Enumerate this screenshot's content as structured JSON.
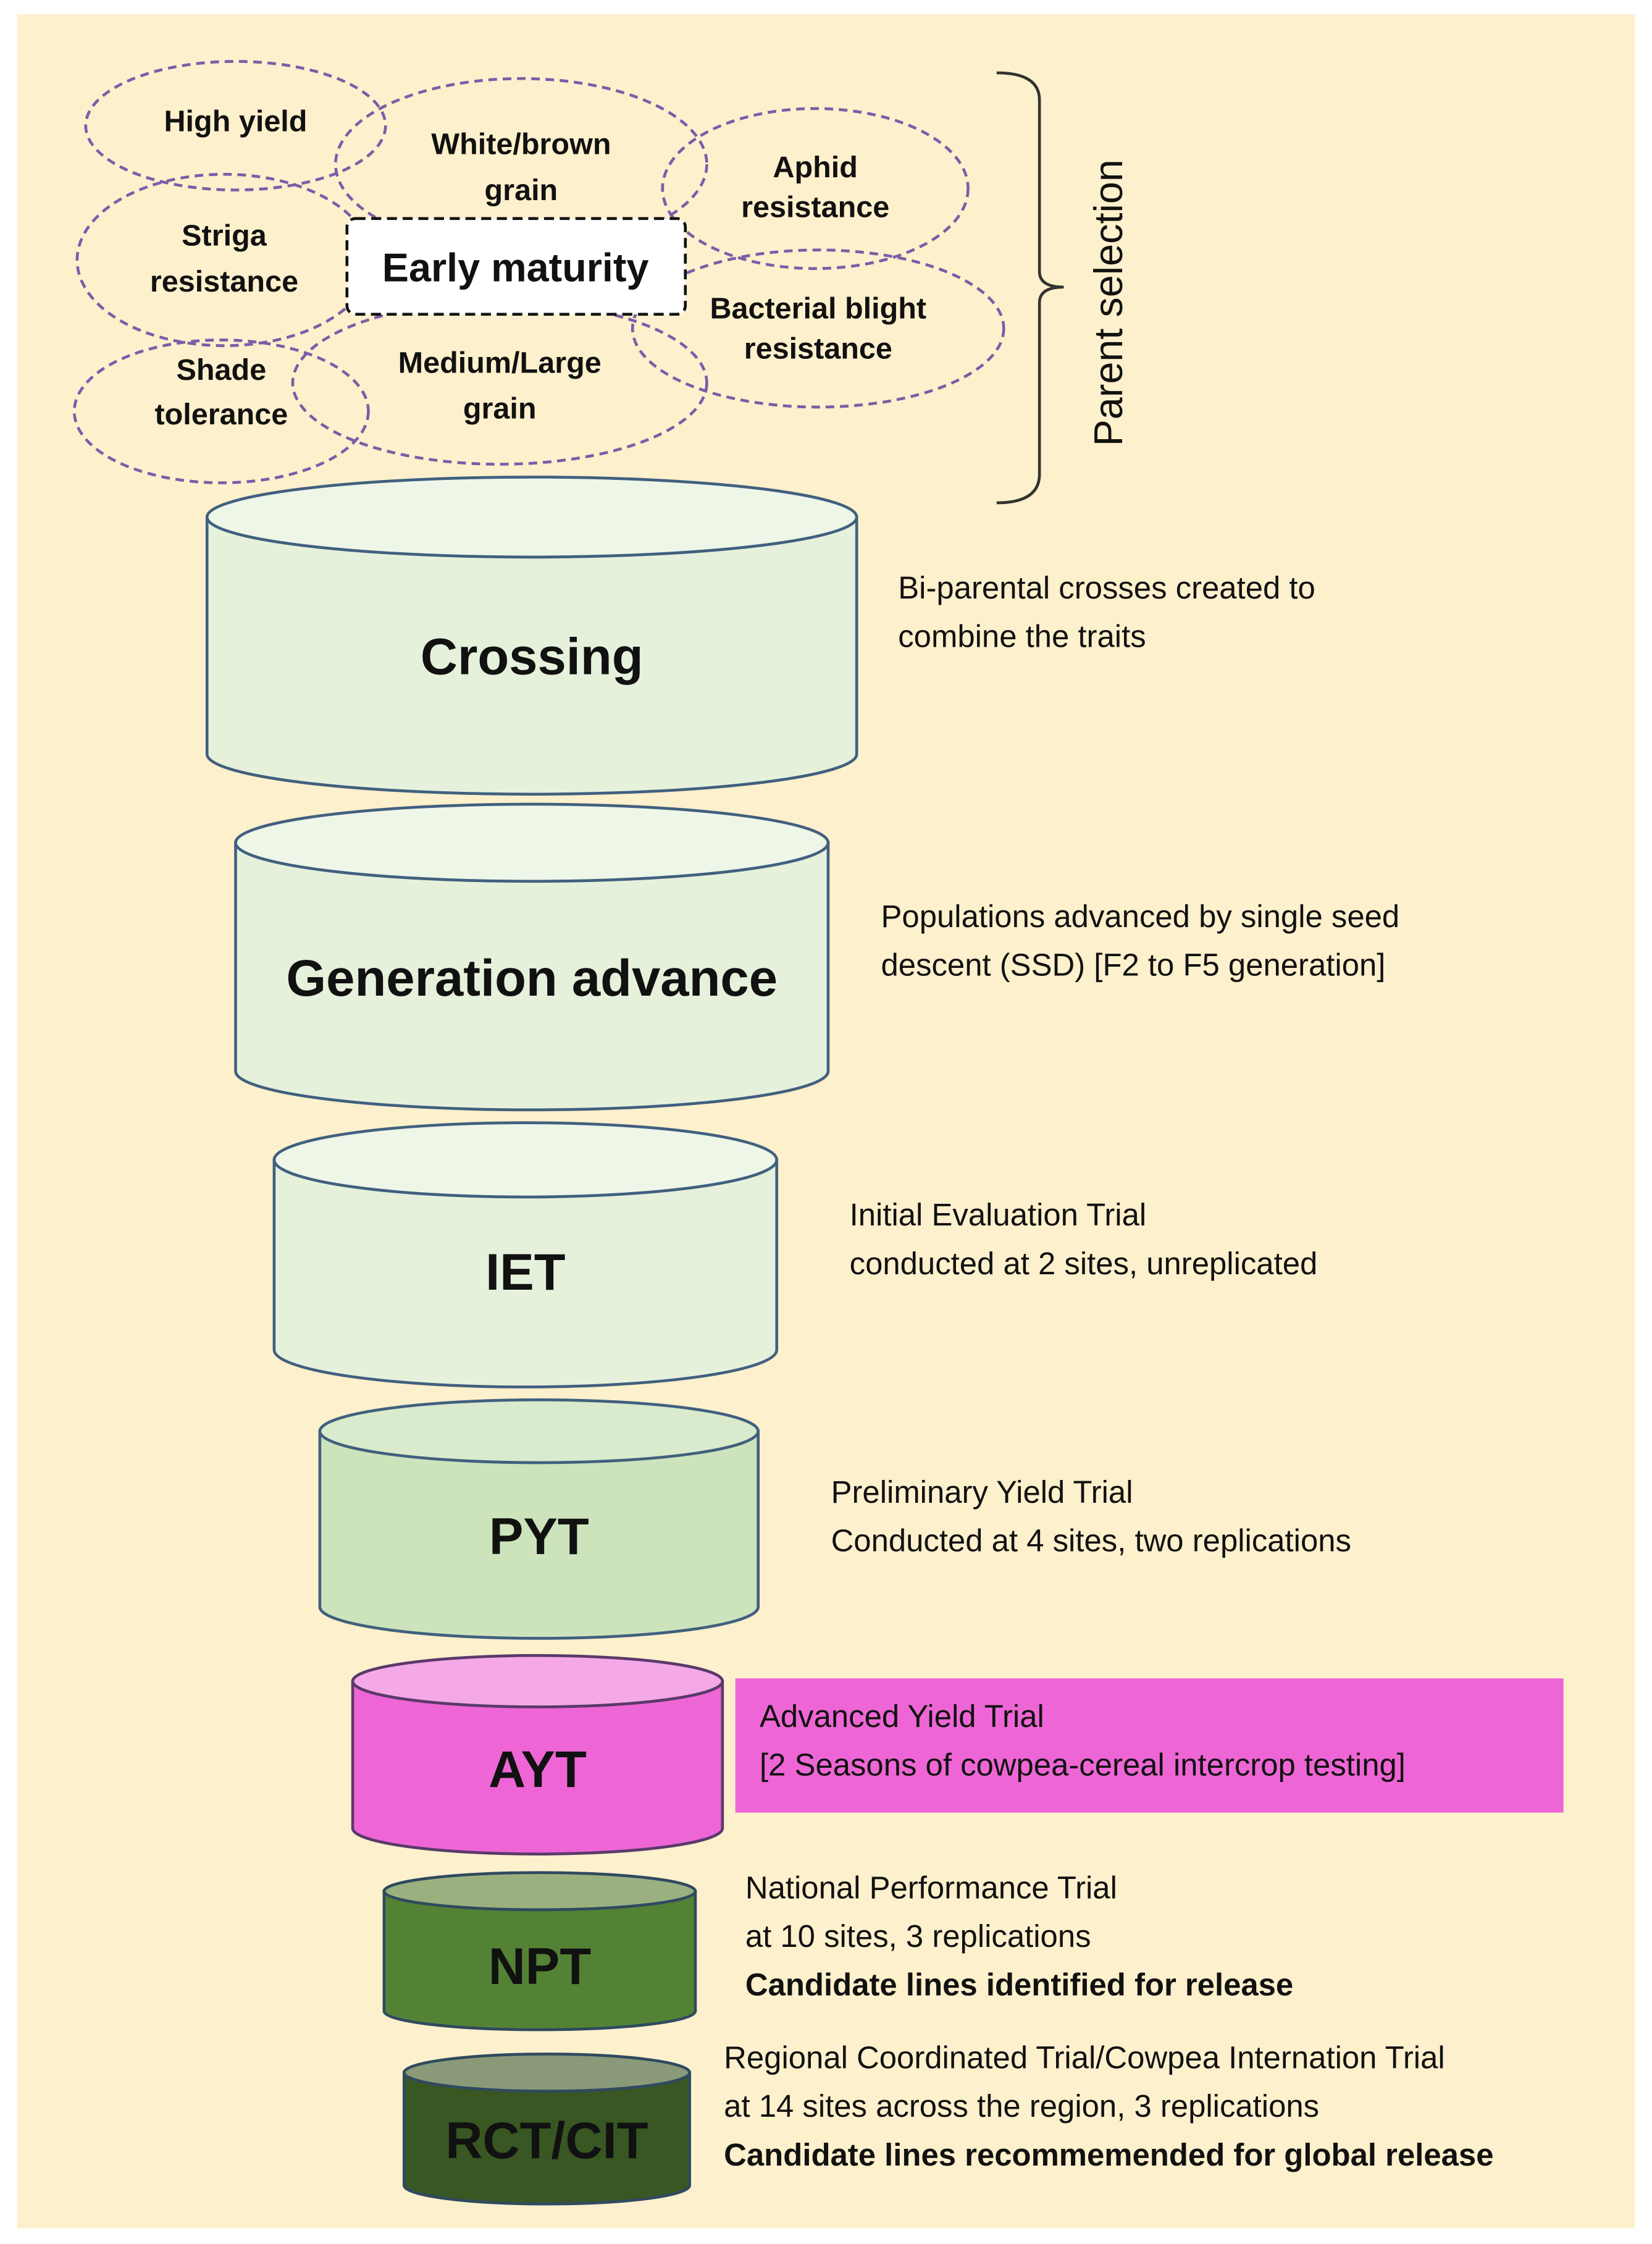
{
  "colors": {
    "background": "#fdf0cc",
    "trait_outline": "#7d5ca8",
    "crossing_fill": "#e6f1dc",
    "pyt_fill": "#cde3bb",
    "ayt_fill": "#ee66d6",
    "npt_fill": "#548235",
    "rct_fill": "#385723"
  },
  "traits": {
    "high_yield": "High yield",
    "white_brown_1": "White/brown",
    "white_brown_2": "grain",
    "aphid_1": "Aphid",
    "aphid_2": "resistance",
    "striga_1": "Striga",
    "striga_2": "resistance",
    "early_maturity": "Early maturity",
    "bacterial_1": "Bacterial blight",
    "bacterial_2": "resistance",
    "shade_1": "Shade",
    "shade_2": "tolerance",
    "medium_1": "Medium/Large",
    "medium_2": "grain"
  },
  "parent_selection_label": "Parent selection",
  "stages": [
    {
      "label": "Crossing",
      "lines": [
        "Bi-parental crosses created to",
        "combine the traits"
      ]
    },
    {
      "label": "Generation advance",
      "lines": [
        "Populations advanced by single seed",
        "descent (SSD) [F2 to F5 generation]"
      ]
    },
    {
      "label": "IET",
      "lines": [
        "Initial Evaluation Trial",
        "conducted at 2 sites, unreplicated"
      ]
    },
    {
      "label": "PYT",
      "lines": [
        "Preliminary Yield Trial",
        "Conducted at 4 sites, two replications"
      ]
    },
    {
      "label": "AYT",
      "lines": [
        "Advanced Yield Trial",
        "[2 Seasons of cowpea-cereal intercrop testing]"
      ]
    },
    {
      "label": "NPT",
      "lines": [
        "National Performance Trial",
        "at 10 sites, 3 replications"
      ],
      "bold": "Candidate lines identified for release"
    },
    {
      "label": "RCT/CIT",
      "lines": [
        "Regional Coordinated  Trial/Cowpea Internation Trial",
        "at 14 sites across the region, 3 replications"
      ],
      "bold": "Candidate lines recommemended  for global release"
    }
  ]
}
